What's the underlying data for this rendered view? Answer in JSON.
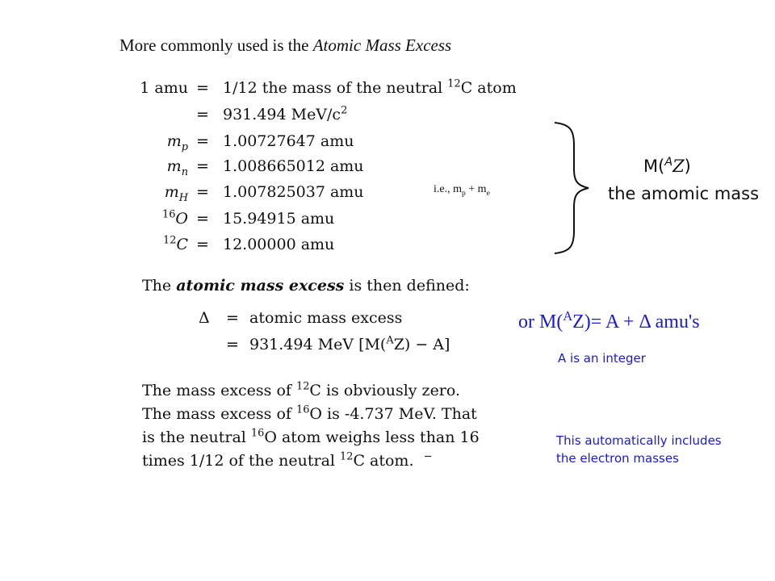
{
  "slide": {
    "title_pre": "More commonly used is the ",
    "title_em": "Atomic Mass Excess"
  },
  "definitions": [
    {
      "lhs": "1 amu",
      "eq": "=",
      "rhs_pre": "1/12 the mass of the neutral ",
      "rhs_sup": "12",
      "rhs_post": "C atom"
    },
    {
      "lhs": "",
      "eq": "=",
      "rhs_pre": "931.494 MeV/c",
      "rhs_sup": "2",
      "rhs_post": ""
    },
    {
      "lhs_var": "m",
      "lhs_sub": "p",
      "eq": "=",
      "rhs_pre": "1.00727647 amu"
    },
    {
      "lhs_var": "m",
      "lhs_sub": "n",
      "eq": "=",
      "rhs_pre": "1.008665012 amu"
    },
    {
      "lhs_var": "m",
      "lhs_sub": "H",
      "eq": "=",
      "rhs_pre": "1.007825037 amu"
    },
    {
      "lhs_sup": "16",
      "lhs_var": "O",
      "eq": "=",
      "rhs_pre": "15.94915 amu"
    },
    {
      "lhs_sup": "12",
      "lhs_var": "C",
      "eq": "=",
      "rhs_pre": "12.00000 amu"
    }
  ],
  "mp_me_note": {
    "pre": "i.e., m",
    "sub1": "p",
    "mid": " + m",
    "sub2": "e"
  },
  "brace_label": {
    "symbol_pre": "M(",
    "symbol_sup": "A",
    "symbol_var": "Z",
    "symbol_post": ")",
    "caption": "the amomic mass"
  },
  "excess": {
    "intro_pre": "The ",
    "intro_bold": "atomic mass excess",
    "intro_post": " is then defined:",
    "line1_lhs": "Δ",
    "line1_eq": "=",
    "line1_rhs": "atomic mass excess",
    "line2_eq": "=",
    "line2_pre": "931.494 MeV [M(",
    "line2_sup": "A",
    "line2_post": "Z) − A]"
  },
  "alt_form": {
    "pre": "or M(",
    "sup": "A",
    "post": "Z)= A + Δ  amu's"
  },
  "notes": {
    "integer": "A is an integer",
    "electron_line1": "This automatically includes",
    "electron_line2": "the electron masses"
  },
  "paragraph": {
    "l1_pre": "The mass excess of ",
    "l1_sup": "12",
    "l1_post": "C is obviously zero.",
    "l2_pre": "The mass excess of ",
    "l2_sup": "16",
    "l2_post": "O is -4.737 MeV. That",
    "l3_pre": "is the neutral ",
    "l3_sup": "16",
    "l3_post": "O atom weighs less than 16",
    "l4_pre": "times 1/12 of the neutral ",
    "l4_sup": "12",
    "l4_post": "C atom.",
    "l4_tail": "−"
  }
}
